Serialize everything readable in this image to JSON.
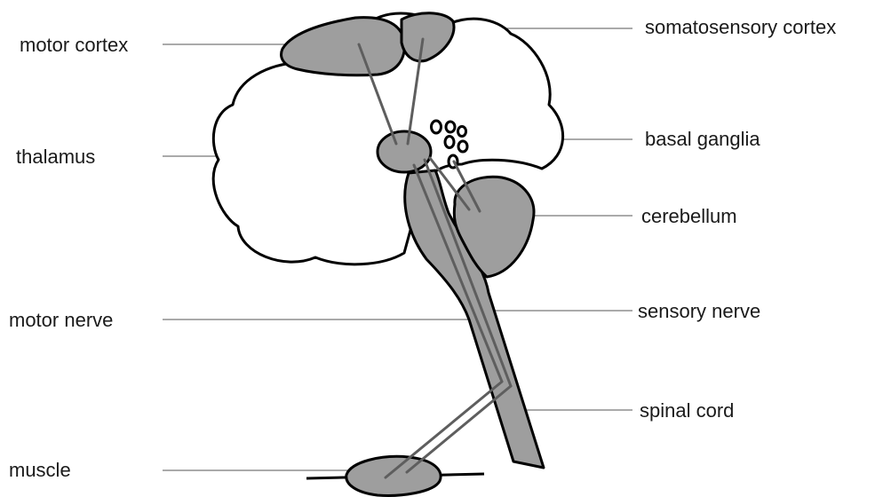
{
  "labels": {
    "motor_cortex": "motor cortex",
    "somatosensory_cortex": "somatosensory cortex",
    "thalamus": "thalamus",
    "basal_ganglia": "basal ganglia",
    "cerebellum": "cerebellum",
    "motor_nerve": "motor nerve",
    "sensory_nerve": "sensory nerve",
    "spinal_cord": "spinal cord",
    "muscle": "muscle"
  },
  "colors": {
    "structure_fill": "#9e9e9e",
    "outline": "#000000",
    "pathway": "#5e5e5e",
    "leader_line": "#555555"
  }
}
